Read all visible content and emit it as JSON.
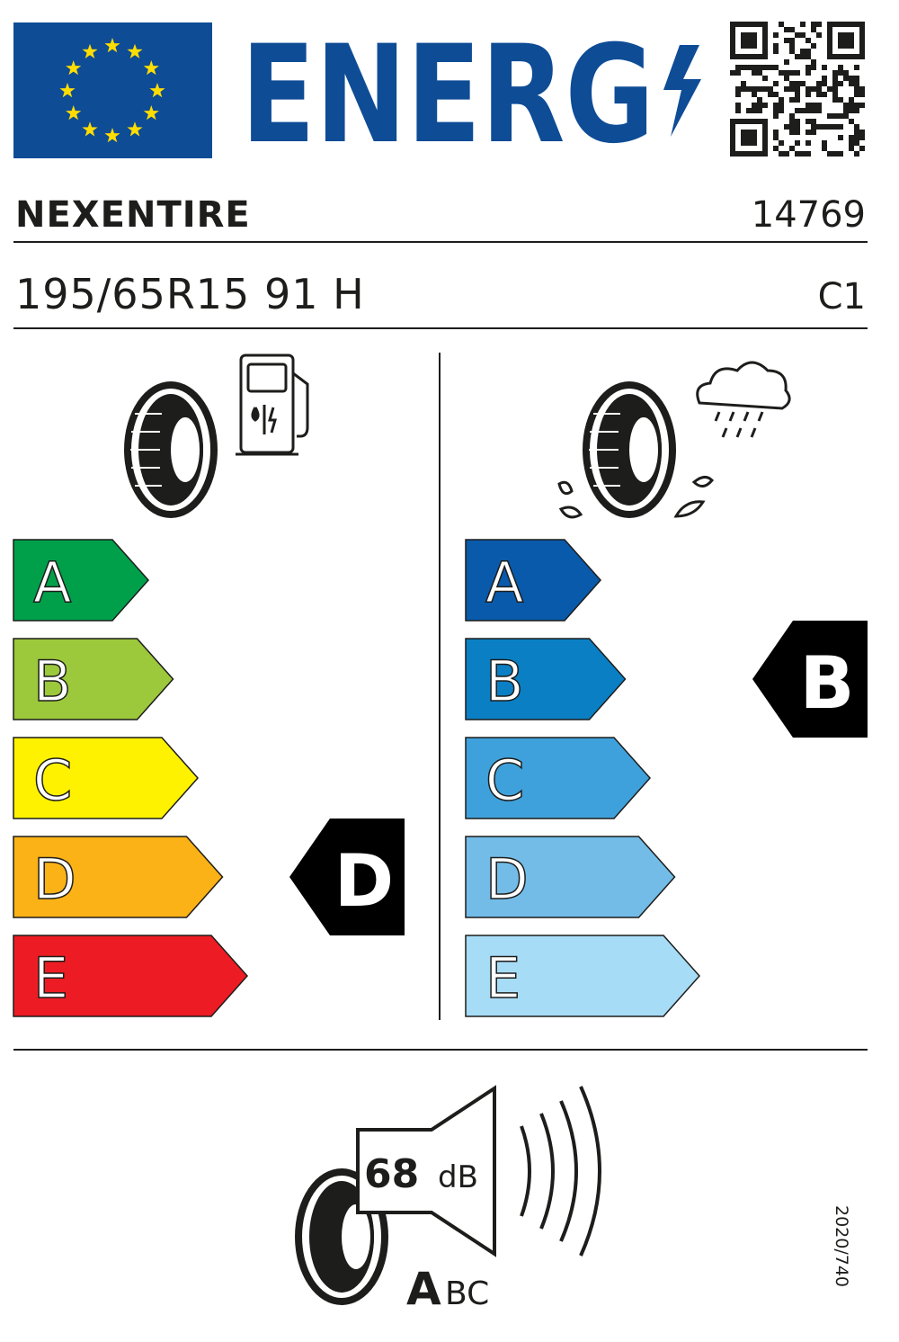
{
  "header": {
    "title": "ENERG",
    "flag_colors": {
      "blue": "#0e4c96",
      "stars": "#ffdd00"
    },
    "title_color": "#0e4c96"
  },
  "supplier": {
    "brand": "NEXENTIRE",
    "article_number": "14769"
  },
  "tyre": {
    "size_designation": "195/65R15 91 H",
    "class": "C1"
  },
  "fuel_efficiency": {
    "icon": "tyre-fuel-pump-icon",
    "classes": [
      {
        "label": "A",
        "color": "#00a04b"
      },
      {
        "label": "B",
        "color": "#9cc83c"
      },
      {
        "label": "C",
        "color": "#fff200"
      },
      {
        "label": "D",
        "color": "#fbb216"
      },
      {
        "label": "E",
        "color": "#ed1c24"
      }
    ],
    "rating": "D"
  },
  "wet_grip": {
    "icon": "tyre-rain-cloud-icon",
    "classes": [
      {
        "label": "A",
        "color": "#0a5aab"
      },
      {
        "label": "B",
        "color": "#0a7fc4"
      },
      {
        "label": "C",
        "color": "#3fa1db"
      },
      {
        "label": "D",
        "color": "#73bce8"
      },
      {
        "label": "E",
        "color": "#a7dcf7"
      }
    ],
    "rating": "B"
  },
  "noise": {
    "value": "68",
    "unit": "dB",
    "class_big": "A",
    "class_small": "BC",
    "icon": "tyre-speaker-icon"
  },
  "regulation": "2020/740"
}
